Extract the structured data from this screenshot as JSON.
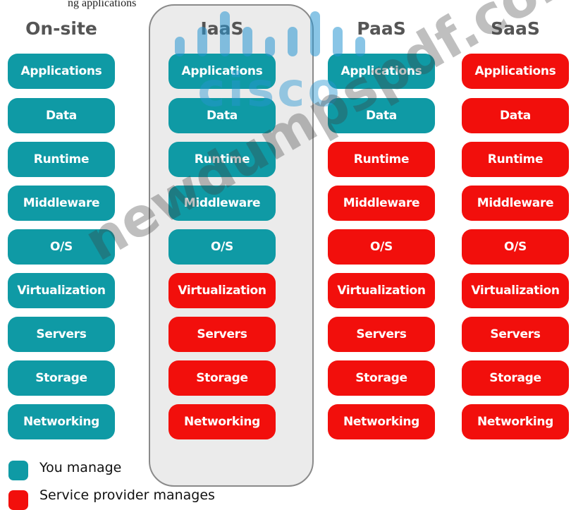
{
  "top_text": "ng applications",
  "columns": [
    {
      "header": "On-site",
      "cells": [
        {
          "label": "Applications",
          "managed_by": "you"
        },
        {
          "label": "Data",
          "managed_by": "you"
        },
        {
          "label": "Runtime",
          "managed_by": "you"
        },
        {
          "label": "Middleware",
          "managed_by": "you"
        },
        {
          "label": "O/S",
          "managed_by": "you"
        },
        {
          "label": "Virtualization",
          "managed_by": "you"
        },
        {
          "label": "Servers",
          "managed_by": "you"
        },
        {
          "label": "Storage",
          "managed_by": "you"
        },
        {
          "label": "Networking",
          "managed_by": "you"
        }
      ]
    },
    {
      "header": "IaaS",
      "cells": [
        {
          "label": "Applications",
          "managed_by": "you"
        },
        {
          "label": "Data",
          "managed_by": "you"
        },
        {
          "label": "Runtime",
          "managed_by": "you"
        },
        {
          "label": "Middleware",
          "managed_by": "you"
        },
        {
          "label": "O/S",
          "managed_by": "you"
        },
        {
          "label": "Virtualization",
          "managed_by": "provider"
        },
        {
          "label": "Servers",
          "managed_by": "provider"
        },
        {
          "label": "Storage",
          "managed_by": "provider"
        },
        {
          "label": "Networking",
          "managed_by": "provider"
        }
      ]
    },
    {
      "header": "PaaS",
      "cells": [
        {
          "label": "Applications",
          "managed_by": "you"
        },
        {
          "label": "Data",
          "managed_by": "you"
        },
        {
          "label": "Runtime",
          "managed_by": "provider"
        },
        {
          "label": "Middleware",
          "managed_by": "provider"
        },
        {
          "label": "O/S",
          "managed_by": "provider"
        },
        {
          "label": "Virtualization",
          "managed_by": "provider"
        },
        {
          "label": "Servers",
          "managed_by": "provider"
        },
        {
          "label": "Storage",
          "managed_by": "provider"
        },
        {
          "label": "Networking",
          "managed_by": "provider"
        }
      ]
    },
    {
      "header": "SaaS",
      "cells": [
        {
          "label": "Applications",
          "managed_by": "provider"
        },
        {
          "label": "Data",
          "managed_by": "provider"
        },
        {
          "label": "Runtime",
          "managed_by": "provider"
        },
        {
          "label": "Middleware",
          "managed_by": "provider"
        },
        {
          "label": "O/S",
          "managed_by": "provider"
        },
        {
          "label": "Virtualization",
          "managed_by": "provider"
        },
        {
          "label": "Servers",
          "managed_by": "provider"
        },
        {
          "label": "Storage",
          "managed_by": "provider"
        },
        {
          "label": "Networking",
          "managed_by": "provider"
        }
      ]
    }
  ],
  "legend": {
    "you_label": "You manage",
    "provider_label": "Service provider manages"
  },
  "colors": {
    "you": "#0f9aa5",
    "provider": "#f20f0c",
    "iaas_panel": "#ebebeb"
  },
  "watermarks": {
    "text": "newdumpspdf.com",
    "logo": "cisco"
  }
}
